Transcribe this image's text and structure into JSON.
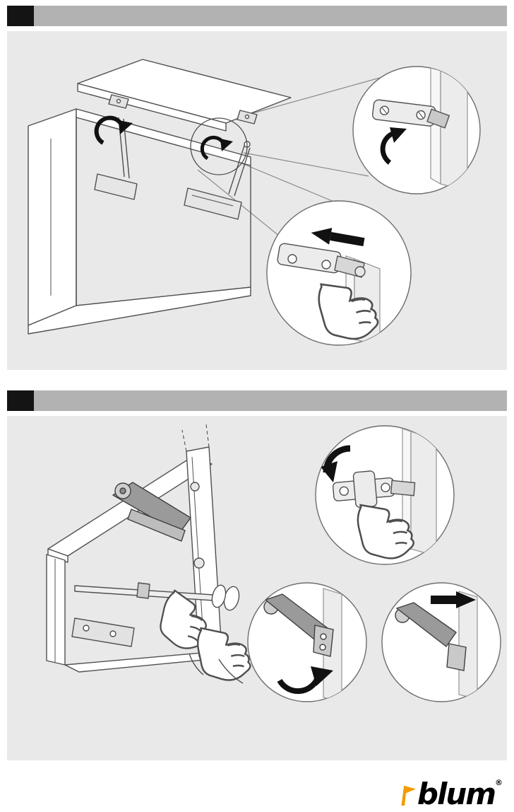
{
  "page": {
    "background_color": "#ffffff"
  },
  "colors": {
    "page_bg": "#ffffff",
    "header_bar": "#b2b2b2",
    "step_marker": "#141414",
    "panel_bg": "#e9e9e9",
    "line": "#4f4f4f",
    "line_light": "#9a9a9a",
    "arm_gray": "#9a9a9a",
    "metal_gray": "#ececec",
    "arrow_black": "#111111",
    "brand_orange": "#f59a00"
  },
  "sections": [
    {
      "name": "step-1",
      "illustration": "wall-cabinet-with-lift-mechanism-and-open-front",
      "callouts": [
        {
          "name": "hinge-clip-on-cabinet-edge",
          "icon": "curved-rotation-arrow"
        },
        {
          "name": "hinge-release-with-finger",
          "icon": "thick-left-arrow"
        }
      ]
    },
    {
      "name": "step-2",
      "illustration": "detaching-front-panel-with-both-hands",
      "callouts": [
        {
          "name": "hinge-release-with-finger",
          "icon": "curved-rotation-arrow"
        },
        {
          "name": "lift-arm-engaged-on-front-edge",
          "icon": "curved-rotation-arrow"
        },
        {
          "name": "lift-arm-released-from-front-edge",
          "icon": "thick-right-arrow"
        }
      ]
    }
  ],
  "footer": {
    "logo": {
      "text": "blum",
      "registered_mark": "®"
    }
  }
}
